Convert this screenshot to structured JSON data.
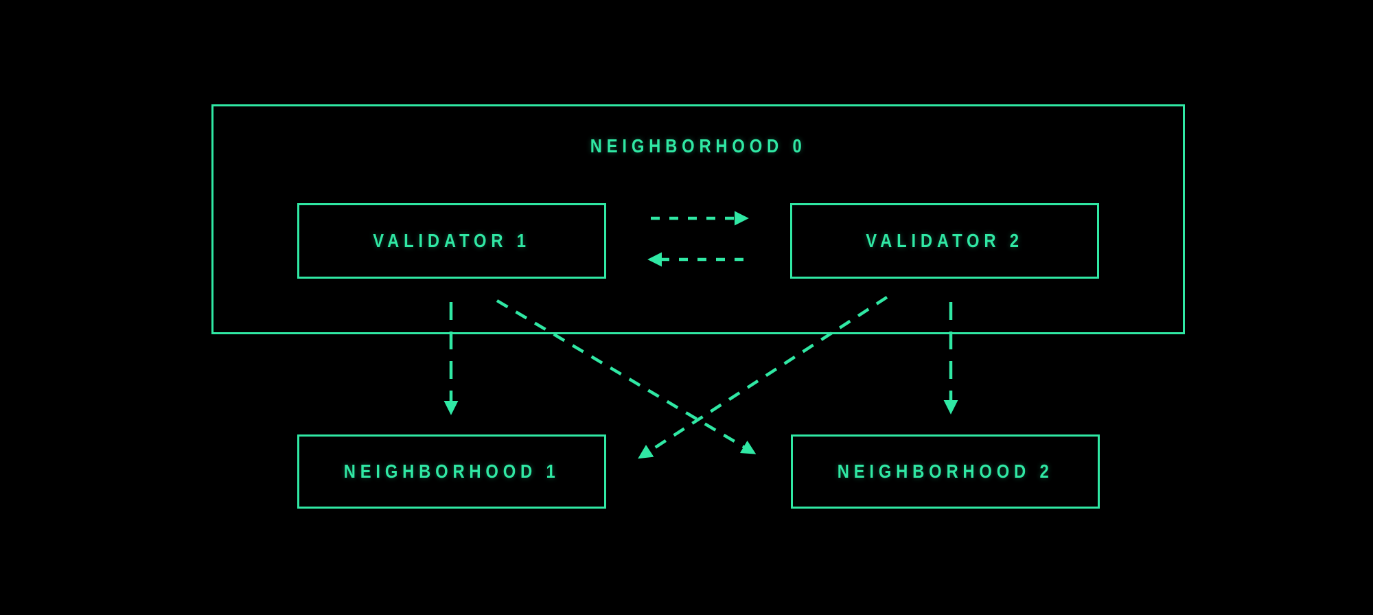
{
  "colors": {
    "accent": "#30E8A4",
    "background": "#000000"
  },
  "diagram": {
    "outer_box": {
      "label": "NEIGHBORHOOD 0"
    },
    "nodes": {
      "validator1": {
        "label": "VALIDATOR 1"
      },
      "validator2": {
        "label": "VALIDATOR 2"
      },
      "neighborhood1": {
        "label": "NEIGHBORHOOD 1"
      },
      "neighborhood2": {
        "label": "NEIGHBORHOOD 2"
      }
    },
    "edges": [
      {
        "from": "validator1",
        "to": "validator2",
        "style": "dashed",
        "direction": "right"
      },
      {
        "from": "validator2",
        "to": "validator1",
        "style": "dashed",
        "direction": "left"
      },
      {
        "from": "validator1",
        "to": "neighborhood1",
        "style": "dashed",
        "direction": "down"
      },
      {
        "from": "validator2",
        "to": "neighborhood2",
        "style": "dashed",
        "direction": "down"
      },
      {
        "from": "validator1",
        "to": "neighborhood2",
        "style": "dashed",
        "direction": "down-right"
      },
      {
        "from": "validator2",
        "to": "neighborhood1",
        "style": "dashed",
        "direction": "down-left"
      }
    ]
  }
}
